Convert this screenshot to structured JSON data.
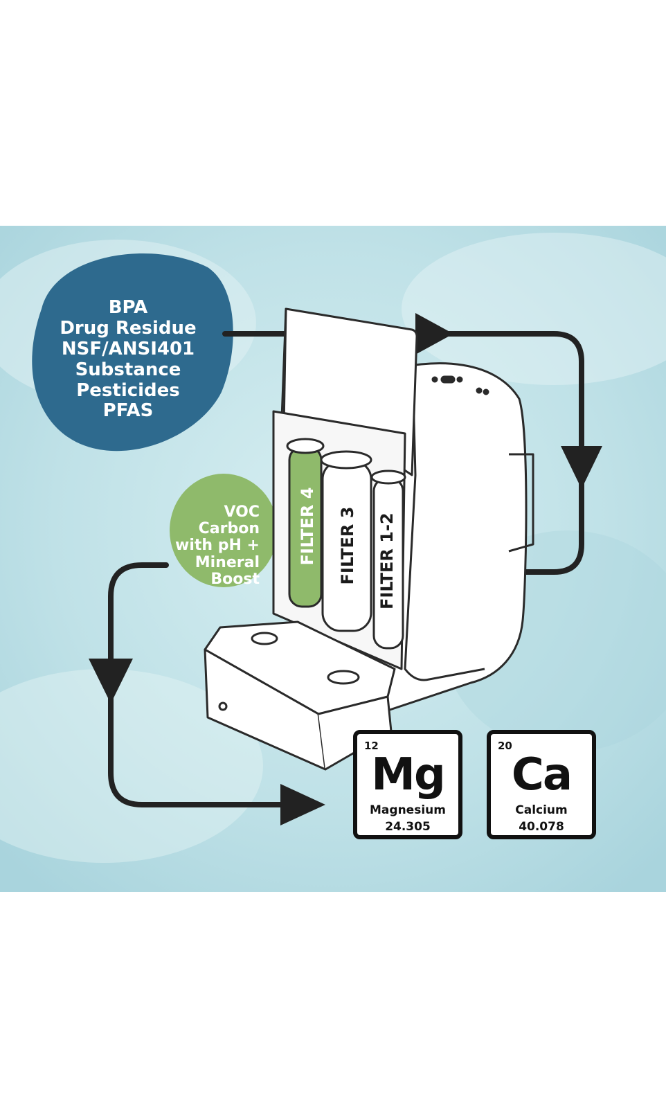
{
  "contaminants": {
    "items": [
      "BPA",
      "Drug Residue",
      "NSF/ANSI401",
      "Substance",
      "Pesticides",
      "PFAS"
    ]
  },
  "mineral_stage": {
    "lines": [
      "VOC",
      "Carbon",
      "with pH +",
      "Mineral",
      "Boost"
    ]
  },
  "filters": {
    "filter4": "FILTER 4",
    "filter3": "FILTER 3",
    "filter12": "FILTER 1-2"
  },
  "elements": [
    {
      "number": "12",
      "symbol": "Mg",
      "name": "Magnesium",
      "mass": "24.305"
    },
    {
      "number": "20",
      "symbol": "Ca",
      "name": "Calcium",
      "mass": "40.078"
    }
  ],
  "colors": {
    "background": "#bfe0e6",
    "blue_blob": "#2e6a8e",
    "green_blob": "#8fba6b",
    "filter4_green": "#8fba6b",
    "arrow": "#222222"
  }
}
